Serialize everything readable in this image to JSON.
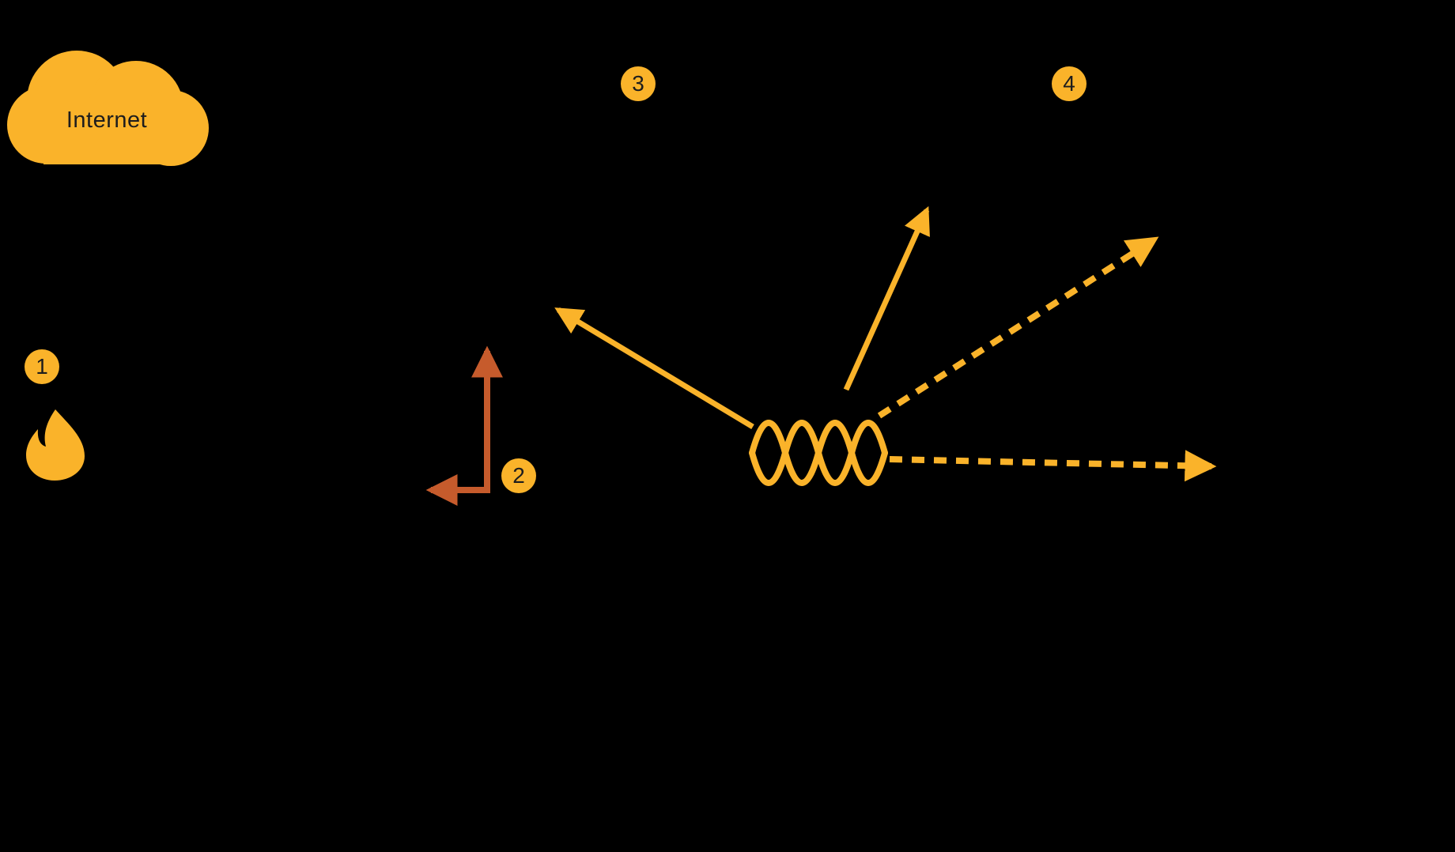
{
  "colors": {
    "background": "#000000",
    "amber": "#FAB32A",
    "rust": "#C65B2C",
    "ink": "#1D1D1D"
  },
  "cloud": {
    "label": "Internet"
  },
  "badges": [
    {
      "label": "1"
    },
    {
      "label": "2"
    },
    {
      "label": "3"
    },
    {
      "label": "4"
    }
  ],
  "icons": {
    "cloud": "cloud-icon",
    "flame": "flame-icon",
    "waves": "interleaved-waves-icon"
  },
  "arrows": [
    {
      "name": "elbow-arrow-up-and-left",
      "style": "solid",
      "color": "rust"
    },
    {
      "name": "arrow-up-left",
      "style": "solid",
      "color": "amber"
    },
    {
      "name": "arrow-up",
      "style": "solid",
      "color": "amber"
    },
    {
      "name": "arrow-up-right",
      "style": "dashed",
      "color": "amber"
    },
    {
      "name": "arrow-right",
      "style": "dashed",
      "color": "amber"
    }
  ]
}
